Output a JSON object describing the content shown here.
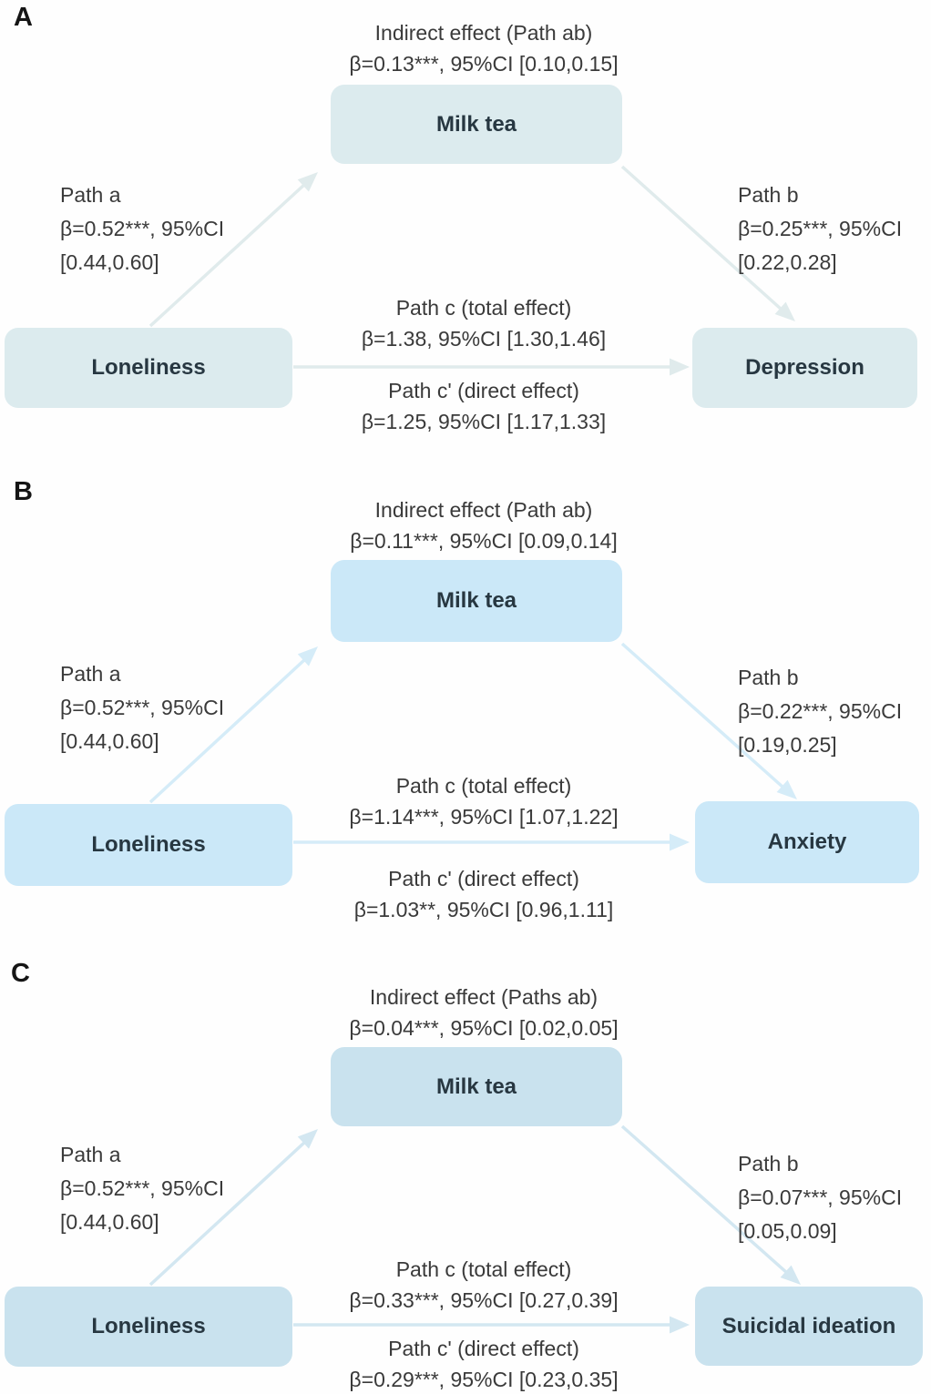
{
  "figure": {
    "panels": [
      {
        "label": "A",
        "indirect": {
          "line1": "Indirect effect (Path ab)",
          "line2": "β=0.13***, 95%CI [0.10,0.15]"
        },
        "mediator": "Milk tea",
        "predictor": "Loneliness",
        "outcome": "Depression",
        "path_a": {
          "title": "Path a",
          "beta": "β=0.52***, 95%CI",
          "ci": "[0.44,0.60]"
        },
        "path_b": {
          "title": "Path b",
          "beta": "β=0.25***, 95%CI",
          "ci": "[0.22,0.28]"
        },
        "path_c": {
          "title": "Path c (total effect)",
          "beta": "β=1.38, 95%CI [1.30,1.46]"
        },
        "path_c_prime": {
          "title": "Path c' (direct effect)",
          "beta": "β=1.25, 95%CI [1.17,1.33]"
        },
        "colors": {
          "box_fill": "#dcebee",
          "arrow": "#e0ebec"
        }
      },
      {
        "label": "B",
        "indirect": {
          "line1": "Indirect effect (Path ab)",
          "line2": "β=0.11***, 95%CI [0.09,0.14]"
        },
        "mediator": "Milk tea",
        "predictor": "Loneliness",
        "outcome": "Anxiety",
        "path_a": {
          "title": "Path a",
          "beta": "β=0.52***, 95%CI",
          "ci": "[0.44,0.60]"
        },
        "path_b": {
          "title": "Path b",
          "beta": "β=0.22***, 95%CI",
          "ci": "[0.19,0.25]"
        },
        "path_c": {
          "title": "Path c (total effect)",
          "beta": "β=1.14***, 95%CI [1.07,1.22]"
        },
        "path_c_prime": {
          "title": "Path c' (direct effect)",
          "beta": "β=1.03**, 95%CI [0.96,1.11]"
        },
        "colors": {
          "box_fill": "#cbe8f8",
          "arrow": "#d5ecf8"
        }
      },
      {
        "label": "C",
        "indirect": {
          "line1": "Indirect effect (Paths ab)",
          "line2": "β=0.04***, 95%CI [0.02,0.05]"
        },
        "mediator": "Milk tea",
        "predictor": "Loneliness",
        "outcome": "Suicidal ideation",
        "path_a": {
          "title": "Path a",
          "beta": "β=0.52***, 95%CI",
          "ci": "[0.44,0.60]"
        },
        "path_b": {
          "title": "Path b",
          "beta": "β=0.07***, 95%CI",
          "ci": "[0.05,0.09]"
        },
        "path_c": {
          "title": "Path c (total effect)",
          "beta": "β=0.33***, 95%CI [0.27,0.39]"
        },
        "path_c_prime": {
          "title": "Path c' (direct effect)",
          "beta": "β=0.29***, 95%CI [0.23,0.35]"
        },
        "colors": {
          "box_fill": "#c9e2ee",
          "arrow": "#d3e7f1"
        }
      }
    ]
  }
}
